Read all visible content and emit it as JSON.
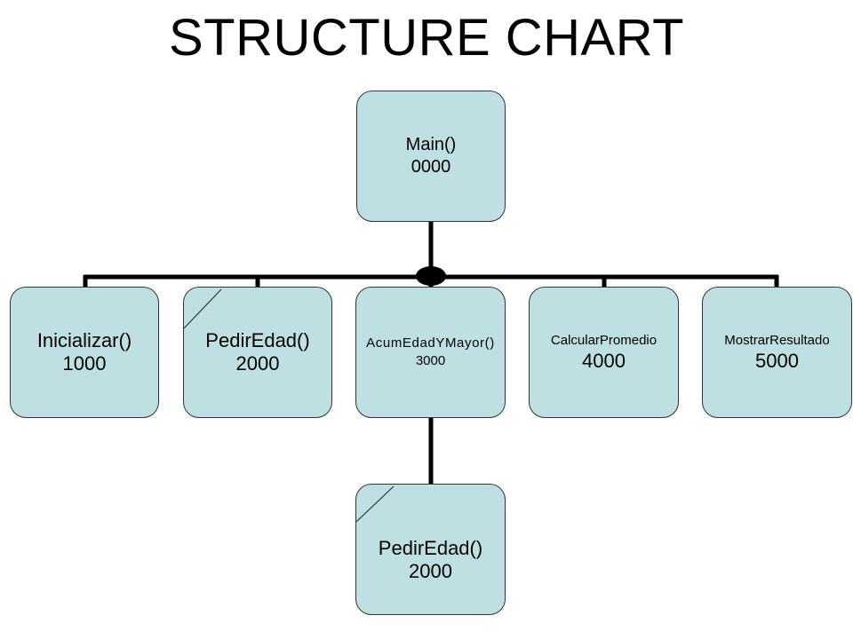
{
  "title": "STRUCTURE CHART",
  "colors": {
    "box_fill": "#bfe0e3",
    "box_border": "#333333",
    "connector": "#000000"
  },
  "nodes": {
    "main": {
      "name": "Main()",
      "code": "0000"
    },
    "inicializar": {
      "name": "Inicializar()",
      "code": "1000"
    },
    "pedir_edad": {
      "name": "PedirEdad()",
      "code": "2000",
      "predefined_mark": true
    },
    "acum_edad": {
      "name": "AcumEdadYMayor()",
      "code": "3000"
    },
    "calcular_promedio": {
      "name": "CalcularPromedio",
      "code": "4000"
    },
    "mostrar_resultado": {
      "name": "MostrarResultado",
      "code": "5000"
    },
    "pedir_edad_sub": {
      "name": "PedirEdad()",
      "code": "2000",
      "predefined_mark": true
    }
  }
}
